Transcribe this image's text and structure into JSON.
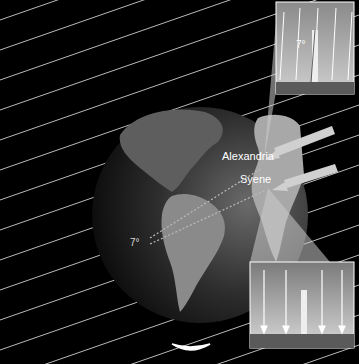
{
  "diagram": {
    "labels": [
      "7°",
      "Alexandria",
      "Syene",
      "7°"
    ]
  }
}
